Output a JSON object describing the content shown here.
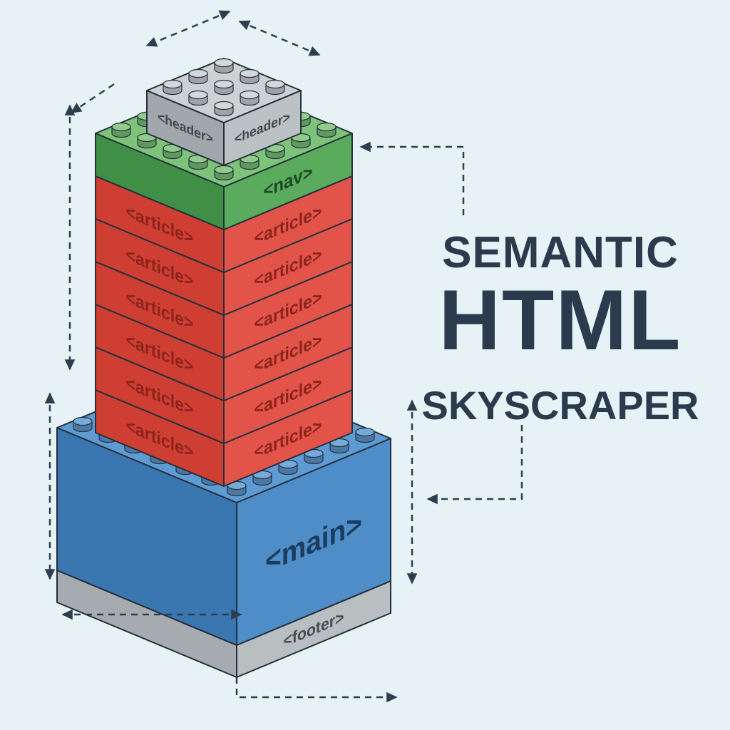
{
  "title": {
    "line1": "SEMANTIC",
    "line2": "HTML",
    "line3": "SKYSCRAPER"
  },
  "bricks": {
    "header": {
      "label": "<header>"
    },
    "nav": {
      "label": "<nav>"
    },
    "article": {
      "label": "<article>",
      "count": 6
    },
    "main": {
      "label": "<main>"
    },
    "footer": {
      "label": "<footer>"
    }
  },
  "colors": {
    "background": "#e6f2f5",
    "line": "#2d3e50",
    "title": "#2b3b4d",
    "stroke": "#25313d",
    "header_top": "#cdd1d3",
    "header_left": "#a2a7ab",
    "header_right": "#bcc1c4",
    "header_text": "#43484d",
    "nav_top": "#7dc379",
    "nav_left": "#3f8f46",
    "nav_right": "#5aab5e",
    "nav_text": "#1d4a22",
    "article_top": "#ee6a5e",
    "article_left": "#cf3e33",
    "article_right": "#e2544a",
    "article_text": "#8c241b",
    "main_top": "#5f9bd3",
    "main_left": "#3a76b0",
    "main_right": "#4e8dc8",
    "main_text": "#1b3c5f",
    "footer_top": "#c9cdcf",
    "footer_left": "#a6abaf",
    "footer_right": "#b9bec1",
    "footer_text": "#474c51"
  }
}
